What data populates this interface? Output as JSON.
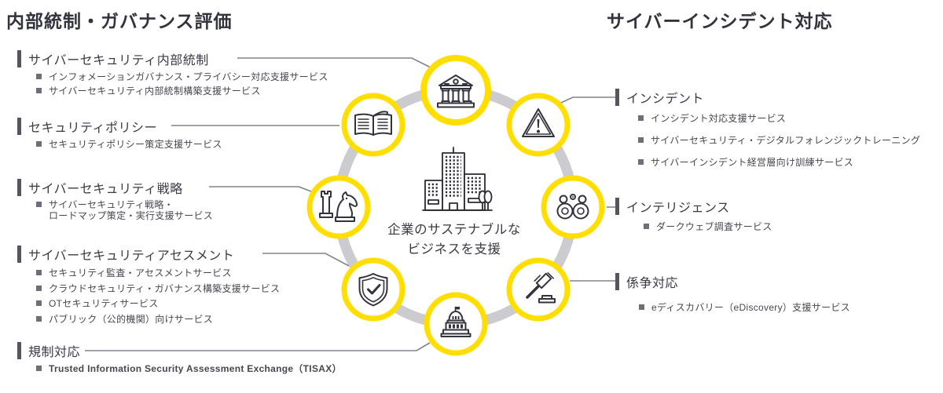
{
  "left_panel": {
    "title": "内部統制・ガバナンス評価",
    "sections": [
      {
        "title": "サイバーセキュリティ内部統制",
        "items": [
          "インフォメーションガバナンス・プライバシー対応支援サービス",
          "サイバーセキュリティ内部統制構築支援サービス"
        ]
      },
      {
        "title": "セキュリティポリシー",
        "items": [
          "セキュリティポリシー策定支援サービス"
        ]
      },
      {
        "title": "サイバーセキュリティ戦略",
        "items": [
          "サイバーセキュリティ戦略・\nロードマップ策定・実行支援サービス"
        ]
      },
      {
        "title": "サイバーセキュリティアセスメント",
        "items": [
          "セキュリティ監査・アセスメントサービス",
          "クラウドセキュリティ・ガバナンス構築支援サービス",
          "OTセキュリティサービス",
          "パブリック（公的機関）向けサービス"
        ]
      },
      {
        "title": "規制対応",
        "items": [
          "Trusted Information Security Assessment Exchange（TISAX）"
        ]
      }
    ]
  },
  "right_panel": {
    "title": "サイバーインシデント対応",
    "sections": [
      {
        "title": "インシデント",
        "items": [
          "インシデント対応支援サービス",
          "サイバーセキュリティ・デジタルフォレンジックトレーニング",
          "サイバーインシデント経営層向け訓練サービス"
        ]
      },
      {
        "title": "インテリジェンス",
        "items": [
          "ダークウェブ調査サービス"
        ]
      },
      {
        "title": "係争対応",
        "items": [
          "eディスカバリー（eDiscovery）支援サービス"
        ]
      }
    ]
  },
  "diagram": {
    "caption": "企業のサステナブルな\nビジネスを支援",
    "icons": [
      "bank",
      "warning-triangle",
      "binoculars",
      "gavel",
      "capitol",
      "shield-check",
      "open-book",
      "chess-pieces",
      "city-buildings"
    ],
    "colors": {
      "accent_yellow": "#FFDE00",
      "ring_gray": "#CBCBD0",
      "icon_stroke": "#33333D",
      "connector_gray": "#82828C",
      "text_dark": "#3A3A46"
    }
  }
}
